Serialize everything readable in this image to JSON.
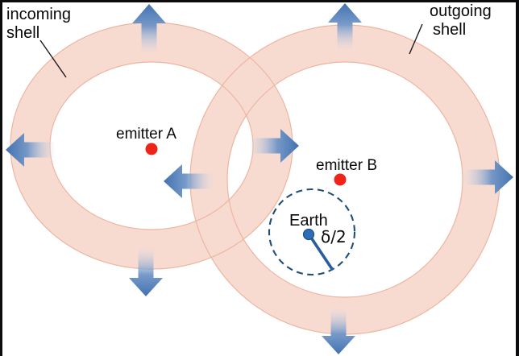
{
  "diagram": {
    "incoming_label": {
      "line1": "incoming",
      "line2": "shell"
    },
    "outgoing_label": {
      "line1": "outgoing",
      "line2": "shell"
    },
    "emitter_a_label": "emitter A",
    "emitter_b_label": "emitter B",
    "earth_label": "Earth",
    "radius_label": "δ/2",
    "colors": {
      "shell_fill": "#f8dbd0",
      "shell_outline": "#edb5a1",
      "arrow_blue": "#4576b5",
      "arrow_fade": "#cfd9ec",
      "dashed_circle": "#1f4e79",
      "radius_line": "#2b5d9e",
      "earth_dot_fill": "#2d6fb7",
      "earth_dot_rim": "#1e4e79",
      "emitter_dot": "#ee2419",
      "label_text": "#0a0a0a",
      "frame_border": "#0c0c0e",
      "background": "#ffffff"
    }
  }
}
